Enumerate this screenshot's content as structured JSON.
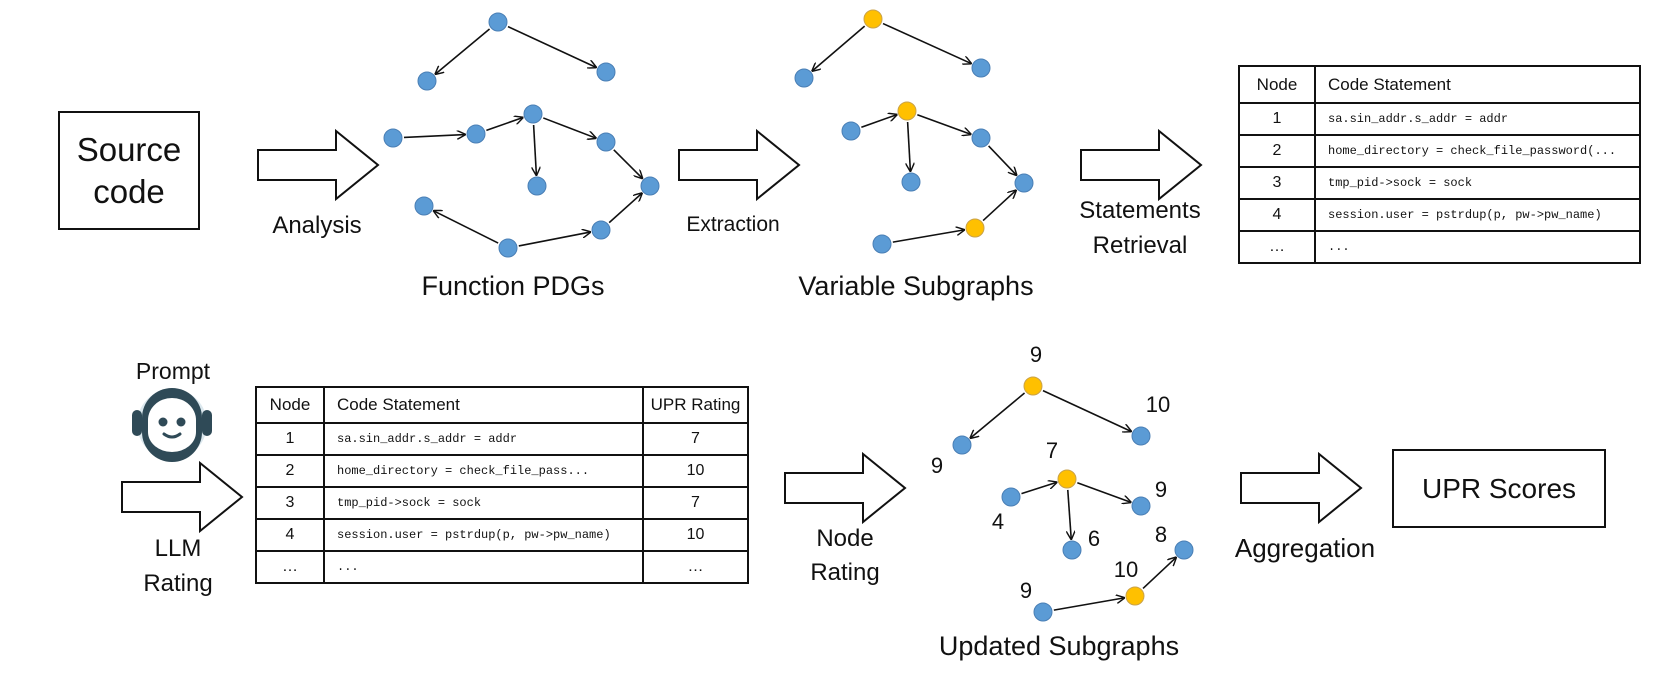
{
  "colors": {
    "blue_node": "#5B9BD5",
    "yellow_node": "#FFC000",
    "node_stroke": "#4A7FB5",
    "robot_dark": "#2F4A57",
    "robot_face": "#DCE8EE"
  },
  "source_box": {
    "line1": "Source",
    "line2": "code"
  },
  "labels": {
    "analysis": "Analysis",
    "function_pdgs": "Function PDGs",
    "extraction": "Extraction",
    "variable_subgraphs": "Variable Subgraphs",
    "statements_retrieval_1": "Statements",
    "statements_retrieval_2": "Retrieval",
    "prompt": "Prompt",
    "llm_rating_1": "LLM",
    "llm_rating_2": "Rating",
    "node_rating_1": "Node",
    "node_rating_2": "Rating",
    "updated_subgraphs": "Updated Subgraphs",
    "aggregation": "Aggregation",
    "upr_scores": "UPR Scores",
    "robot_icon": "robot-face-icon"
  },
  "table1": {
    "headers": [
      "Node",
      "Code Statement"
    ],
    "rows": [
      [
        "1",
        "sa.sin_addr.s_addr = addr"
      ],
      [
        "2",
        "home_directory = check_file_password(..."
      ],
      [
        "3",
        "tmp_pid->sock = sock"
      ],
      [
        "4",
        "session.user = pstrdup(p, pw->pw_name)"
      ],
      [
        "…",
        "..."
      ]
    ]
  },
  "table2": {
    "headers": [
      "Node",
      "Code Statement",
      "UPR Rating"
    ],
    "rows": [
      [
        "1",
        "sa.sin_addr.s_addr = addr",
        "7"
      ],
      [
        "2",
        "home_directory = check_file_pass...",
        "10"
      ],
      [
        "3",
        "tmp_pid->sock = sock",
        "7"
      ],
      [
        "4",
        "session.user = pstrdup(p, pw->pw_name)",
        "10"
      ],
      [
        "…",
        "...",
        "…"
      ]
    ]
  },
  "ratings": [
    "9",
    "10",
    "9",
    "7",
    "9",
    "4",
    "6",
    "8",
    "10",
    "9"
  ]
}
